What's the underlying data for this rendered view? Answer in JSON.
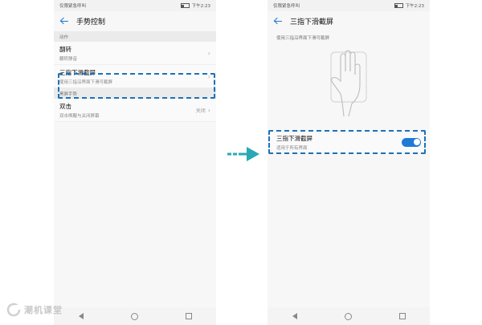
{
  "left_screen": {
    "status": {
      "carrier": "仅限紧急呼叫",
      "time": "下午2:23"
    },
    "title": "手势控制",
    "sections": [
      {
        "header": "动作"
      },
      {
        "header": "黑屏手势"
      }
    ],
    "items": [
      {
        "title": "翻转",
        "subtitle": "翻转静音"
      },
      {
        "title": "三指下滑截屏",
        "subtitle": "使用三指沿界面下滑可截屏"
      },
      {
        "title": "双击",
        "subtitle": "双击唤醒与关闭屏幕",
        "value": "关闭"
      }
    ]
  },
  "right_screen": {
    "status": {
      "carrier": "仅限紧急呼叫",
      "time": "下午2:23"
    },
    "title": "三指下滑截屏",
    "description": "使用三指沿界面下滑可截屏",
    "toggle_item": {
      "title": "三指下滑截屏",
      "subtitle": "适用于所有界面",
      "enabled": true
    }
  },
  "accent_color": "#1f7ad6",
  "arrow_color": "#29a9b4",
  "icons": {
    "back": "back-arrow-icon",
    "chevron": "chevron-right-icon",
    "nav": [
      "nav-back-icon",
      "nav-home-icon",
      "nav-recent-icon"
    ],
    "battery": "battery-icon"
  },
  "watermark": {
    "text": "潮机课堂"
  }
}
